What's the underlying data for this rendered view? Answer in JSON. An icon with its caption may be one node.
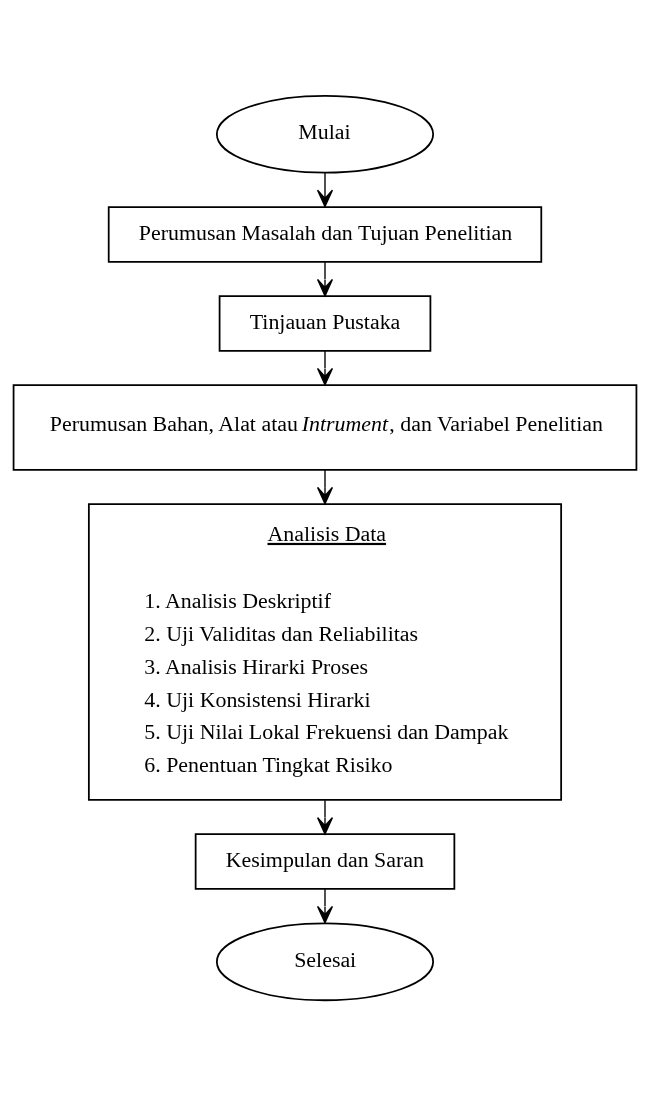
{
  "diagram": {
    "nodes": [
      {
        "text": [
          "Mulai"
        ]
      },
      {
        "text": [
          "Perumusan Masalah dan Tujuan Penelitian"
        ]
      },
      {
        "text": [
          "Tinjauan Pustaka"
        ]
      },
      {
        "text": [
          "Perumusan Bahan, Alat atau *Intrument*, dan Variabel Penelitian"
        ]
      },
      {
        "text": [
          "Analisis Data",
          "1. Analisis Deskriptif",
          "2. Uji Validitas dan Reliabilitas",
          "3. Analisis Hirarki Proses",
          "4. Uji Konsistensi Hirarki",
          "5. Uji Nilai Lokal Frekuensi dan Dampak",
          "6. Penentuan Tingkat Risiko"
        ]
      },
      {
        "text": [
          "Kesimpulan dan Saran"
        ]
      },
      {
        "text": [
          "Selesai"
        ]
      }
    ],
    "edges": [
      {
        "from": 0,
        "to": 1,
        "arrow": "to"
      },
      {
        "from": 1,
        "to": 2,
        "arrow": "to"
      },
      {
        "from": 2,
        "to": 3,
        "arrow": "to"
      },
      {
        "from": 3,
        "to": 4,
        "arrow": "to"
      },
      {
        "from": 4,
        "to": 5,
        "arrow": "to"
      },
      {
        "from": 5,
        "to": 6,
        "arrow": "to"
      }
    ]
  }
}
